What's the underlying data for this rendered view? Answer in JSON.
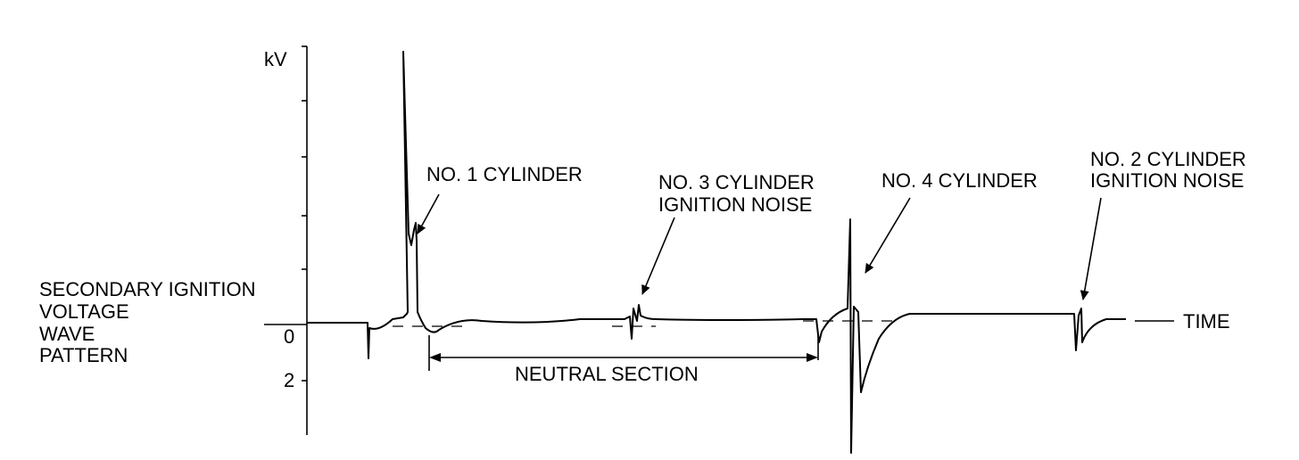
{
  "diagram": {
    "y_axis_unit": "kV",
    "y_tick_zero": "0",
    "y_tick_two": "2",
    "x_axis_label": "TIME",
    "side_label_lines": [
      "SECONDARY IGNITION",
      "VOLTAGE",
      "WAVE",
      "PATTERN"
    ],
    "callout_cyl1": "NO. 1 CYLINDER",
    "callout_cyl3": [
      "NO. 3 CYLINDER",
      "IGNITION NOISE"
    ],
    "callout_cyl4": "NO. 4 CYLINDER",
    "callout_cyl2": [
      "NO. 2 CYLINDER",
      "IGNITION NOISE"
    ],
    "neutral_section_label": "NEUTRAL SECTION"
  }
}
